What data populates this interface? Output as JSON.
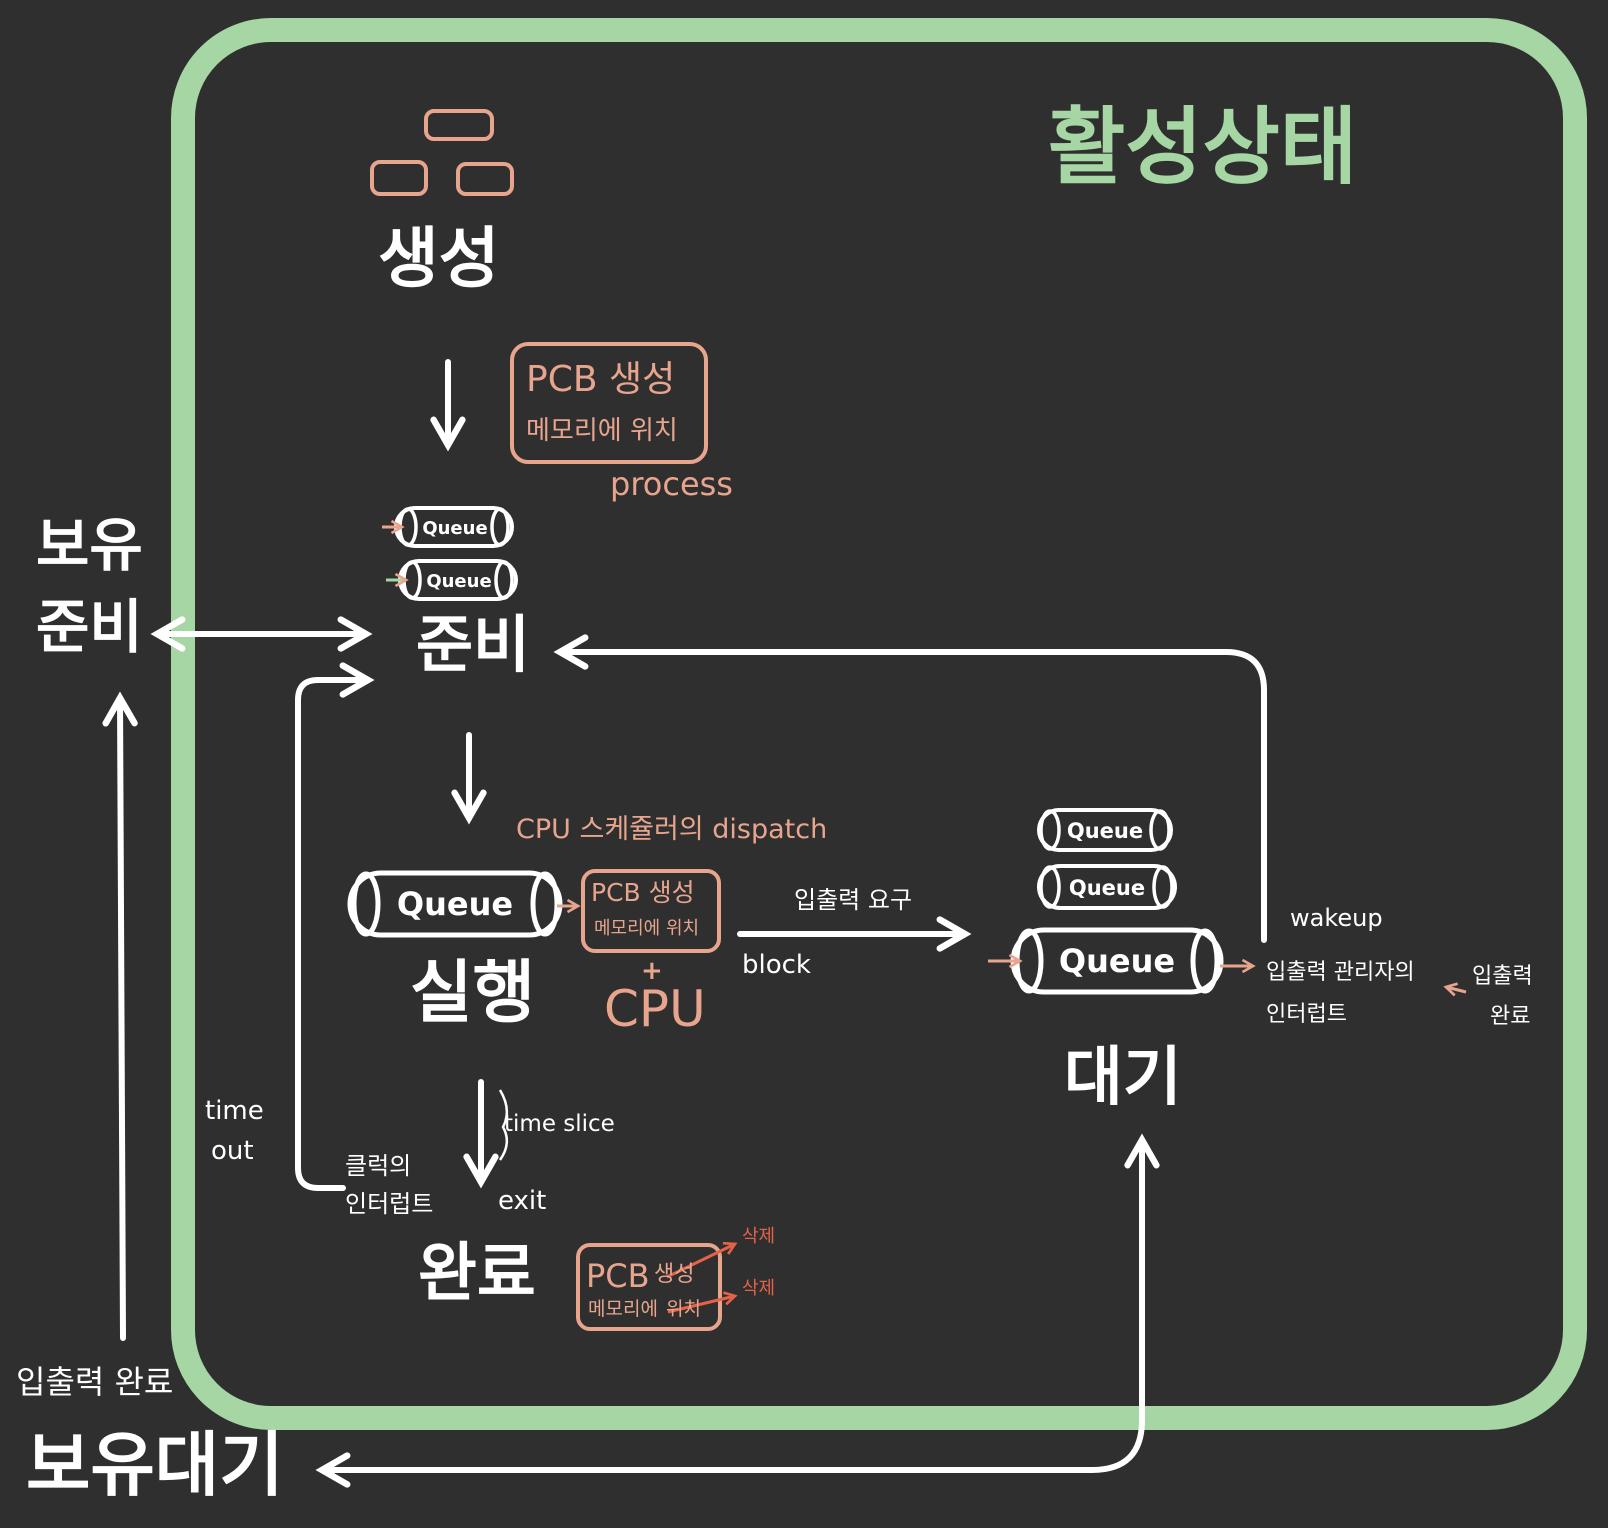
{
  "title": "활성상태",
  "states": {
    "create": "생성",
    "ready": "준비",
    "run": "실행",
    "done": "완료",
    "wait": "대기",
    "suspend_ready_line1": "보유",
    "suspend_ready_line2": "준비",
    "suspend_wait": "보유대기"
  },
  "pcb_create": {
    "line1": "PCB 생성",
    "line2": "메모리에 위치",
    "note": "process"
  },
  "pcb_run": {
    "line1": "PCB 생성",
    "line2": "메모리에 위치",
    "plus": "+",
    "cpu": "CPU"
  },
  "pcb_done": {
    "line1_a": "PCB",
    "line1_b": "생성",
    "line2_a": "메모리에",
    "line2_b": "위치",
    "delete1": "삭제",
    "delete2": "삭제"
  },
  "queue_label": "Queue",
  "labels": {
    "dispatch": "CPU 스케쥴러의 dispatch",
    "io_request": "입출력 요구",
    "block": "block",
    "wakeup": "wakeup",
    "io_manager_interrupt_line1": "입출력 관리자의",
    "io_manager_interrupt_line2": "인터럽트",
    "io_complete_line1": "입출력",
    "io_complete_line2": "완료",
    "time_slice": "time slice",
    "exit": "exit",
    "timeout_line1": "time",
    "timeout_line2": "out",
    "clock_interrupt_line1": "클럭의",
    "clock_interrupt_line2": "인터럽트",
    "io_complete_bottom": "입출력 완료"
  },
  "colors": {
    "background": "#2f2f2f",
    "active_border": "#a5d6a3",
    "salmon": "#e8a58e",
    "white": "#ffffff",
    "delete_red": "#e4624a"
  }
}
